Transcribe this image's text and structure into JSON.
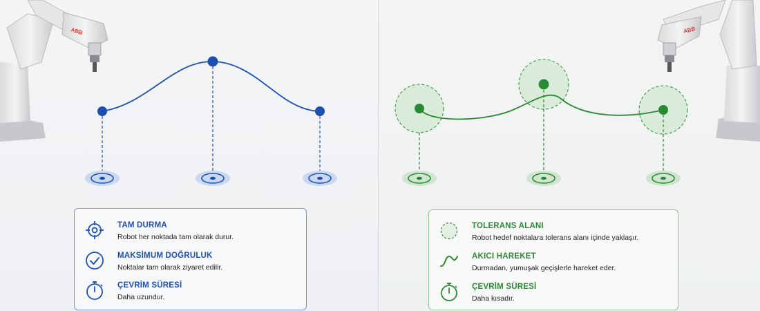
{
  "colors": {
    "precise": "#1d4fb3",
    "tolerance": "#2a8a33",
    "robot_logo": "#e03a2f"
  },
  "robot_brand": "ABB",
  "left_panel": {
    "items": [
      {
        "icon": "crosshair-icon",
        "title": "TAM DURMA",
        "desc": "Robot her noktada tam olarak durur."
      },
      {
        "icon": "check-circle-icon",
        "title": "MAKSİMUM DOĞRULUK",
        "desc": "Noktalar tam olarak ziyaret edilir."
      },
      {
        "icon": "stopwatch-icon",
        "title": "ÇEVRİM SÜRESİ",
        "desc": "Daha uzundur."
      }
    ]
  },
  "right_panel": {
    "items": [
      {
        "icon": "dashed-circle-icon",
        "title": "TOLERANS ALANI",
        "desc": "Robot hedef noktalara tolerans alanı içinde yaklaşır."
      },
      {
        "icon": "smooth-curve-icon",
        "title": "AKICI HAREKET",
        "desc": "Durmadan, yumuşak geçişlerle hareket eder."
      },
      {
        "icon": "stopwatch-icon",
        "title": "ÇEVRİM SÜRESİ",
        "desc": "Daha kısadır."
      }
    ]
  }
}
